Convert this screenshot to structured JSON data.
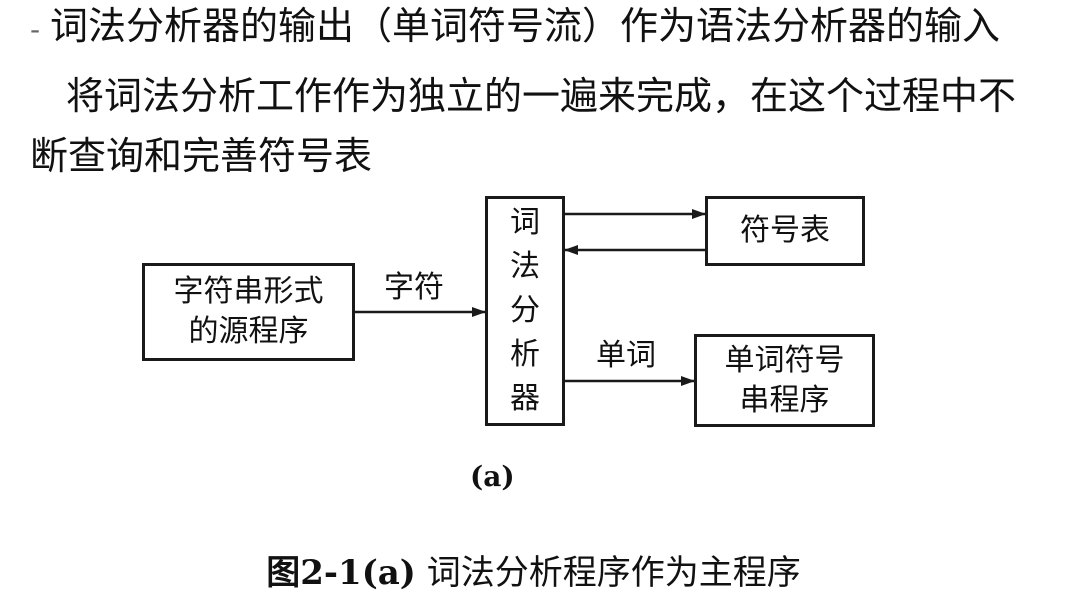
{
  "text": {
    "bullet_line": "词法分析器的输出（单词符号流）作为语法分析器的输入",
    "paragraph_part1": "将词法分析工作作为独立的一遍来完成，在这个过程中不",
    "paragraph_part2": "断查询和完善符号表"
  },
  "diagram": {
    "nodes": {
      "source": "字符串形式\n的源程序",
      "lexer": "词\n法\n分\n析\n器",
      "symbol_table": "符号表",
      "output": "单词符号\n串程序"
    },
    "edges": {
      "source_to_lexer": "字符",
      "lexer_to_output": "单词"
    },
    "subfigure_label": "(a)"
  },
  "caption": {
    "number": "图2-1(a)",
    "text": " 词法分析程序作为主程序"
  }
}
